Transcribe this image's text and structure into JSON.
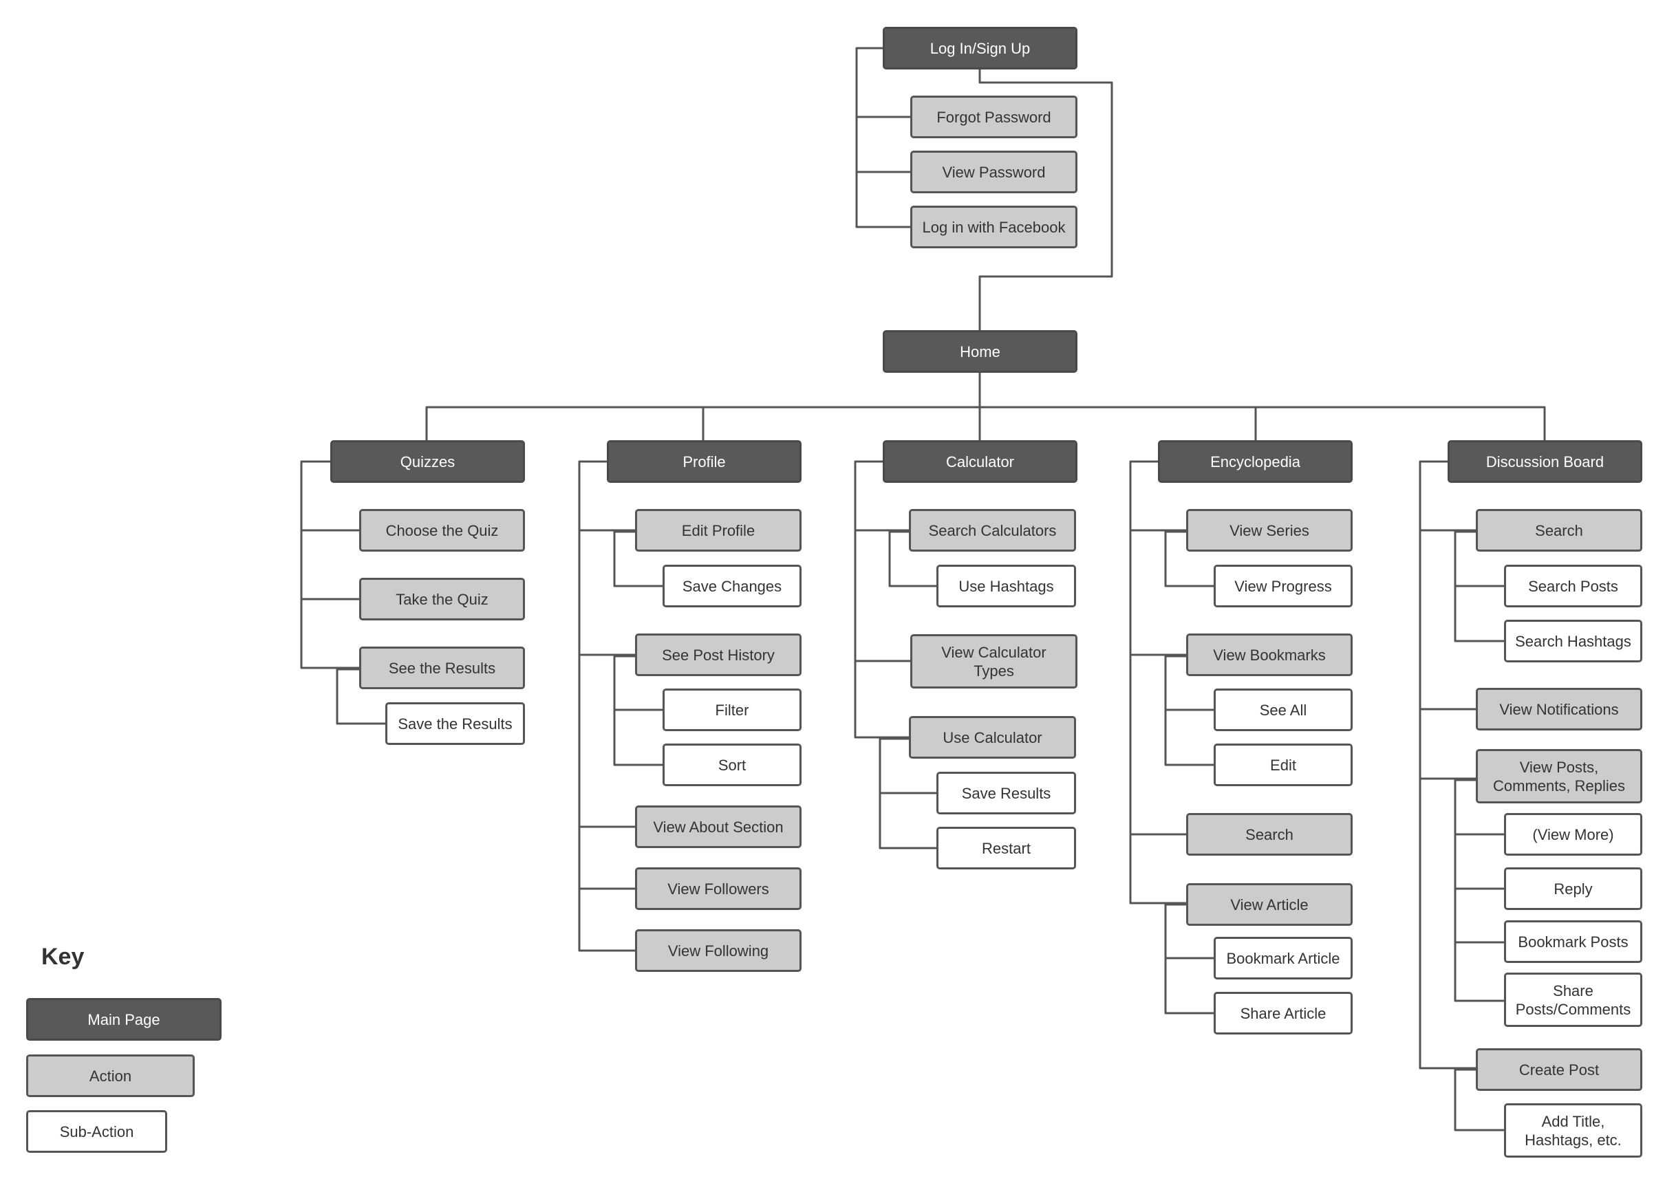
{
  "nodes": {
    "login": "Log In/Sign Up",
    "forgot_password": "Forgot Password",
    "view_password": "View Password",
    "login_facebook": "Log in with Facebook",
    "home": "Home",
    "quizzes": "Quizzes",
    "choose_quiz": "Choose the Quiz",
    "take_quiz": "Take the Quiz",
    "see_results": "See the Results",
    "save_results_quiz": "Save the Results",
    "profile": "Profile",
    "edit_profile": "Edit Profile",
    "save_changes": "Save Changes",
    "see_post_history": "See Post History",
    "filter": "Filter",
    "sort": "Sort",
    "view_about": "View About Section",
    "view_followers": "View Followers",
    "view_following": "View Following",
    "calculator": "Calculator",
    "search_calculators": "Search Calculators",
    "use_hashtags": "Use Hashtags",
    "view_calc_types": "View Calculator\nTypes",
    "use_calculator": "Use Calculator",
    "save_results_calc": "Save Results",
    "restart": "Restart",
    "encyclopedia": "Encyclopedia",
    "view_series": "View Series",
    "view_progress": "View Progress",
    "view_bookmarks": "View Bookmarks",
    "see_all": "See All",
    "edit": "Edit",
    "search_enc": "Search",
    "view_article": "View Article",
    "bookmark_article": "Bookmark Article",
    "share_article": "Share Article",
    "discussion": "Discussion Board",
    "search_disc": "Search",
    "search_posts": "Search Posts",
    "search_hashtags": "Search Hashtags",
    "view_notifications": "View Notifications",
    "view_posts": "View Posts,\nComments, Replies",
    "view_more": "(View More)",
    "reply": "Reply",
    "bookmark_posts": "Bookmark Posts",
    "share_posts": "Share\nPosts/Comments",
    "create_post": "Create Post",
    "add_title": "Add Title,\nHashtags, etc."
  },
  "key": {
    "title": "Key",
    "main_page": "Main Page",
    "action": "Action",
    "sub_action": "Sub-Action"
  },
  "colors": {
    "main_page_fill": "#595959",
    "action_fill": "#cccccc",
    "sub_action_fill": "#ffffff",
    "connector": "#555555"
  }
}
